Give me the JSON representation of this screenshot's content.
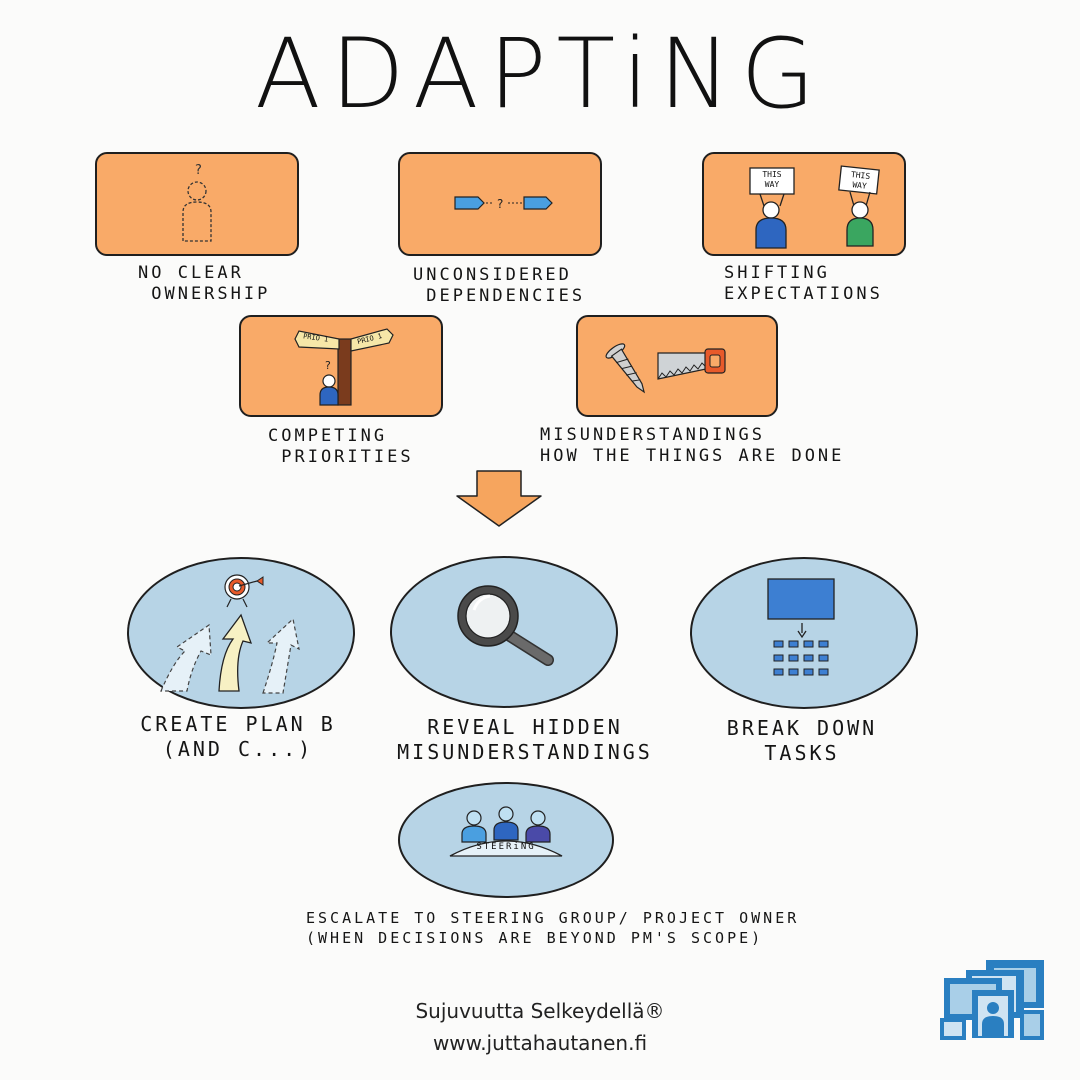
{
  "title": "ADAPTiNG",
  "challenges": [
    {
      "label": "NO CLEAR\n OWNERSHIP"
    },
    {
      "label": "UNCONSIDERED\n DEPENDENCIES"
    },
    {
      "label": "SHiFTING\nEXPECTATiONS",
      "sign_left": "THIS\nWAY",
      "sign_right": "THIS\nWAY"
    },
    {
      "label": "COMPETiNG\n PRIORiTiES",
      "sign_left": "PRIO 1",
      "sign_right": "PRIO 1"
    },
    {
      "label": "MiSUNDERSTANDiNGS\nHOW THE THiNGS ARE DONE"
    }
  ],
  "actions": [
    {
      "label": "CREATE PLAN B\n(AND C...)"
    },
    {
      "label": "REVEAL HiDDEN\nMiSUNDERSTANDiNGS"
    },
    {
      "label": "BREAK DOWN\nTASKS"
    },
    {
      "label": "ESCALATE TO STEERiNG GROUP/ PROJECT OWNER\n(WHEN DECiSiONS ARE BEYOND PM's SCOPE)",
      "table_label": "STEERiNG"
    }
  ],
  "footer": {
    "line1": "Sujuvuutta Selkeydellä®",
    "line2": "www.juttahautanen.fi"
  },
  "colors": {
    "card": "#f9aa68",
    "oval": "#b7d4e6",
    "arrow": "#f6a55e",
    "logo": "#2a7fc1"
  }
}
